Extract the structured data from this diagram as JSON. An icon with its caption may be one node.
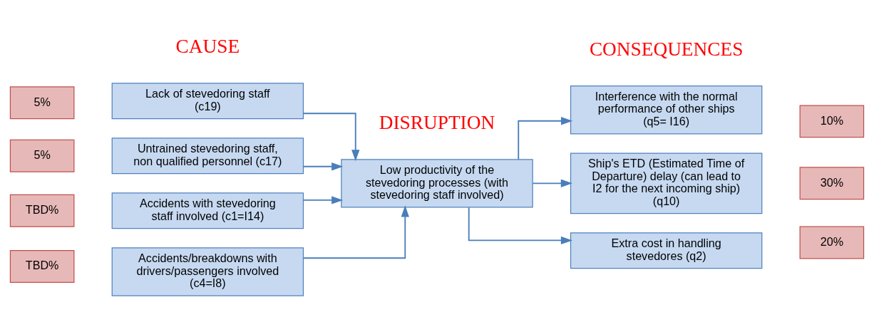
{
  "diagram": {
    "nodes": [
      {
        "text": [
          "5%"
        ]
      },
      {
        "text": [
          "Lack of stevedoring staff (c19)"
        ]
      },
      {
        "text": [
          "5%"
        ]
      },
      {
        "text": [
          "Untrained stevedoring staff, non qualified personnel (c17)"
        ]
      },
      {
        "text": [
          "TBD%"
        ]
      },
      {
        "text": [
          "Accidents with stevedoring staff involved (c1=I14)"
        ]
      },
      {
        "text": [
          "TBD%"
        ]
      },
      {
        "text": [
          "Accidents/breakdowns with drivers/passengers involved (c4=I8)"
        ]
      },
      {
        "text": [
          "Low productivity of the stevedoring processes (with stevedoring staff involved)"
        ]
      },
      {
        "text": [
          "Interference with the normal performance of other ships (q5= I16)"
        ]
      },
      {
        "text": [
          "10%"
        ]
      },
      {
        "text": [
          "Ship's ETD (Estimated Time of Departure) delay (can lead to I2 for the next incoming ship) (q10)"
        ]
      },
      {
        "text": [
          "30%"
        ]
      },
      {
        "text": [
          "Extra cost in handling stevedores (q2)"
        ]
      },
      {
        "text": [
          "20%"
        ]
      }
    ],
    "edges": [
      {
        "from": 1,
        "to": 8,
        "arrow": "to"
      },
      {
        "from": 3,
        "to": 8,
        "arrow": "to"
      },
      {
        "from": 5,
        "to": 8,
        "arrow": "to"
      },
      {
        "from": 7,
        "to": 8,
        "arrow": "to"
      },
      {
        "from": 8,
        "to": 9,
        "arrow": "to"
      },
      {
        "from": 8,
        "to": 11,
        "arrow": "to"
      },
      {
        "from": 8,
        "to": 13,
        "arrow": "to"
      }
    ],
    "labels": [
      "CAUSE",
      "DISRUPTION",
      "CONSEQUENCES"
    ]
  }
}
